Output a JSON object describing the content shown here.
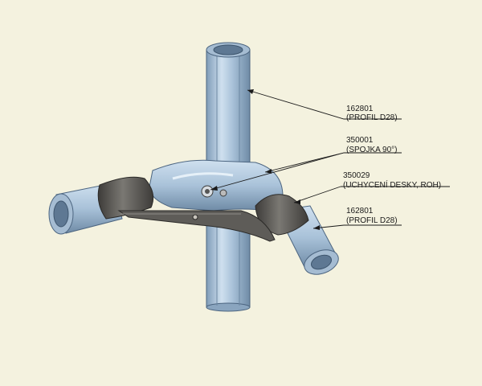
{
  "callouts": [
    {
      "code": "162801",
      "desc": "(PROFIL D28)"
    },
    {
      "code": "350001",
      "desc": "(SPOJKA 90°)"
    },
    {
      "code": "350029",
      "desc": "(UCHYCENÍ DESKY, ROH)"
    },
    {
      "code": "162801",
      "desc": "(PROFIL D28)"
    }
  ],
  "colors": {
    "background": "#f4f2df",
    "tube": "#b8cfe3",
    "tube_dark": "#7f9cb8",
    "plate": "#5e5c58",
    "leader": "#1a1a1a"
  }
}
